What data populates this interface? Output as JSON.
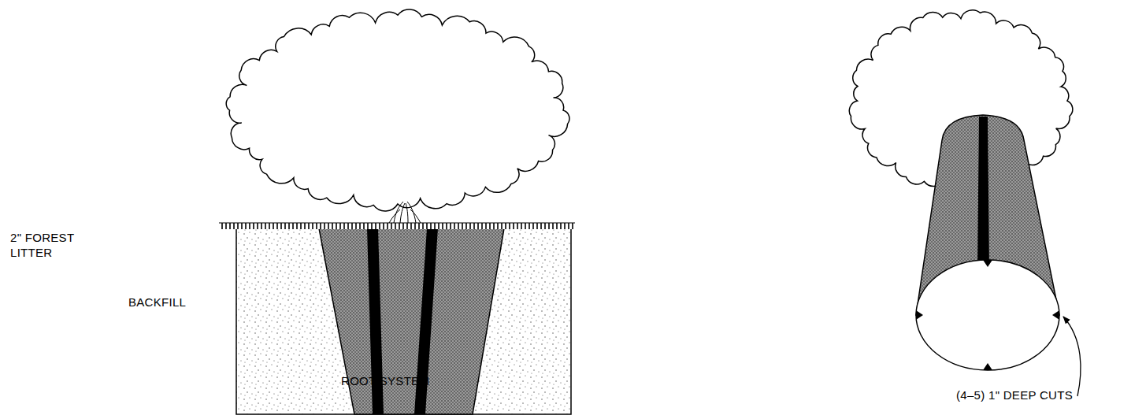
{
  "diagram": {
    "labels": [
      "2\" FOREST LITTER",
      "BACKFILL",
      "ROOT SYSTEM",
      "(4–5) 1\" DEEP CUTS"
    ]
  }
}
